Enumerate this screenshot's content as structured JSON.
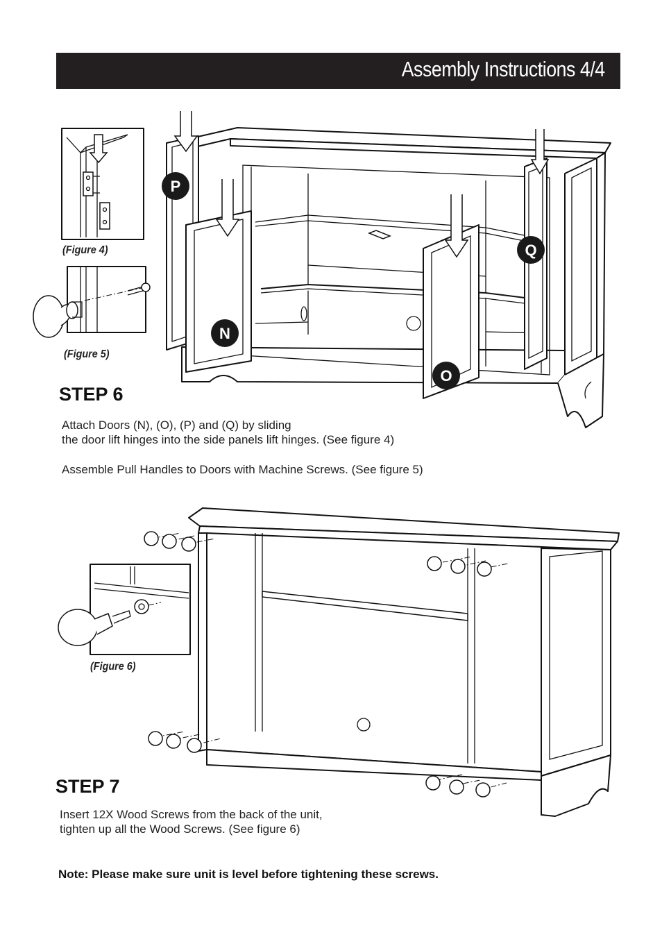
{
  "header": {
    "title": "Assembly Instructions 4/4"
  },
  "figures": {
    "figure4": "(Figure 4)",
    "figure5": "(Figure 5)",
    "figure6": "(Figure 6)"
  },
  "door_labels": {
    "n": "N",
    "o": "O",
    "p": "P",
    "q": "Q"
  },
  "step6": {
    "heading": "STEP 6",
    "line1": "Attach Doors (N), (O), (P) and (Q) by sliding",
    "line2": "the door lift hinges into the side panels lift hinges. (See figure 4)",
    "line3": "Assemble Pull Handles to Doors with Machine Screws. (See figure 5)"
  },
  "step7": {
    "heading": "STEP 7",
    "line1": "Insert 12X Wood Screws from the back of the unit,",
    "line2": "tighten up all the Wood Screws. (See figure 6)"
  },
  "note": "Note: Please make sure unit is level before tightening these screws.",
  "colors": {
    "header_bg": "#231f20",
    "header_text": "#ffffff",
    "label_bg": "#1a1a1a"
  }
}
